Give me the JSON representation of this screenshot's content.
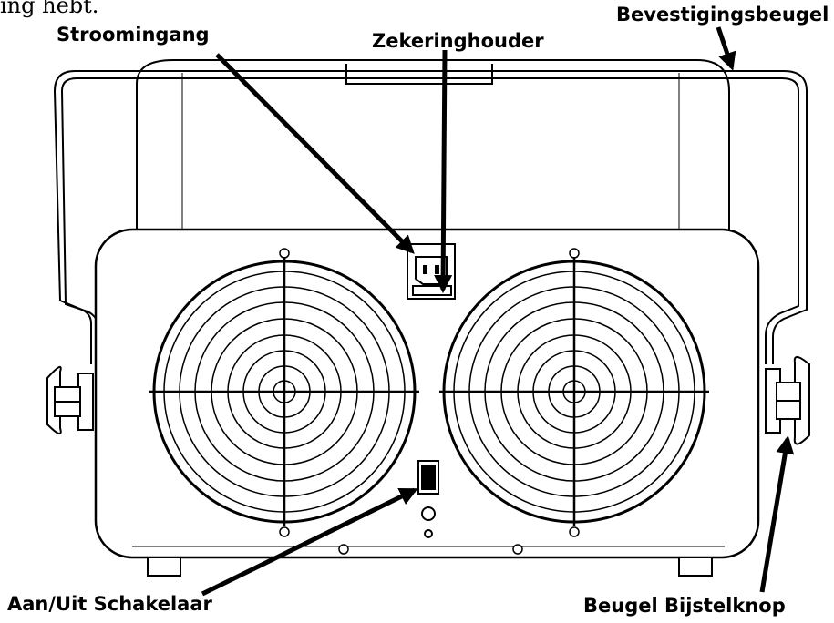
{
  "text_fragment": "ing hebt.",
  "labels": {
    "power_inlet": "Stroomingang",
    "fuse_holder": "Zekeringhouder",
    "mounting_bracket": "Bevestigingsbeugel",
    "power_switch": "Aan/Uit Schakelaar",
    "bracket_knob": "Beugel Bijstelknop"
  },
  "colors": {
    "line": "#000000",
    "background": "#ffffff"
  }
}
